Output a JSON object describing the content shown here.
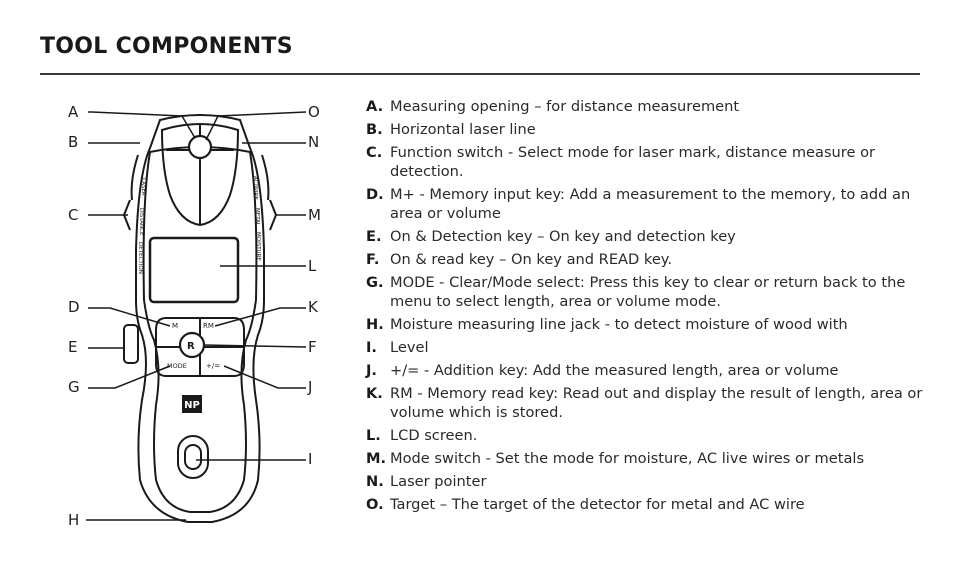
{
  "page": {
    "title": "TOOL COMPONENTS"
  },
  "device": {
    "key_m": "M",
    "key_rm": "RM",
    "key_r": "R",
    "key_mode": "MODE",
    "key_plus": "+/=",
    "left_side_labels": [
      "LASER",
      "DISTANCE",
      "DETECTION"
    ],
    "right_side_labels": [
      "AC/WIRE",
      "METAL",
      "MOISTURE"
    ],
    "logo": "NP"
  },
  "callouts_left": [
    "A",
    "B",
    "C",
    "D",
    "E",
    "G",
    "H"
  ],
  "callouts_right": [
    "O",
    "N",
    "M",
    "L",
    "K",
    "F",
    "J",
    "I"
  ],
  "legend": [
    {
      "letter": "A.",
      "text": "Measuring opening – for distance measurement"
    },
    {
      "letter": "B.",
      "text": "Horizontal laser line"
    },
    {
      "letter": "C.",
      "text": "Function switch - Select mode for laser mark, distance measure or detection."
    },
    {
      "letter": "D.",
      "text": "M+ - Memory input key: Add a measurement to the memory, to add an area or volume"
    },
    {
      "letter": "E.",
      "text": "On & Detection key – On key and detection key"
    },
    {
      "letter": "F.",
      "text": "On & read key – On key and READ key."
    },
    {
      "letter": "G.",
      "text": "MODE - Clear/Mode select: Press this key to clear or return back to the menu to select length, area or volume mode."
    },
    {
      "letter": "H.",
      "text": "Moisture measuring line jack - to detect moisture of wood with"
    },
    {
      "letter": "I.",
      "text": "Level"
    },
    {
      "letter": "J.",
      "text": "+/= - Addition key: Add the measured length, area or volume"
    },
    {
      "letter": "K.",
      "text": "RM - Memory read key: Read out and display the result of length, area or volume which is stored."
    },
    {
      "letter": "L.",
      "text": "LCD screen."
    },
    {
      "letter": "M.",
      "text": "Mode switch - Set the mode for moisture, AC live wires or metals"
    },
    {
      "letter": "N.",
      "text": "Laser pointer"
    },
    {
      "letter": "O.",
      "text": "Target – The target of the detector for metal and AC wire"
    }
  ]
}
